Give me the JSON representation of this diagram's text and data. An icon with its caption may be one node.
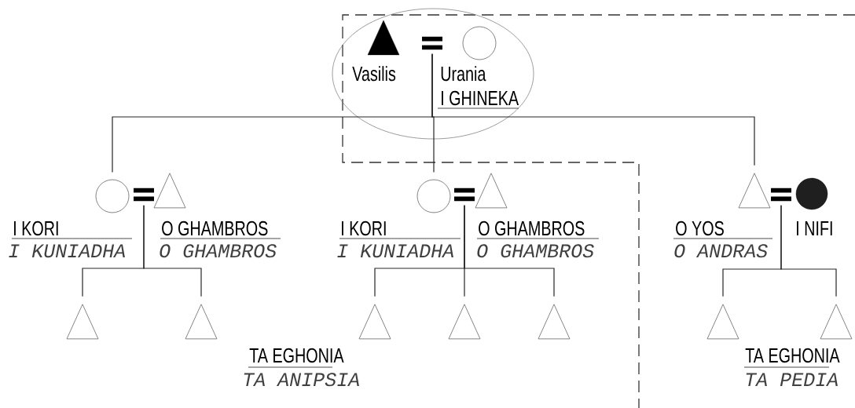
{
  "diagram": {
    "nodes": [
      {
        "text": [],
        "shape": "ellipse"
      },
      {
        "text": [
          "Vasilis"
        ],
        "in": 0
      },
      {
        "text": [],
        "shape": "equals",
        "in": 0
      },
      {
        "text": [
          "Urania",
          "I GHINEKA"
        ],
        "in": 0
      },
      {
        "text": [
          "I KORI",
          "I KUNIADHA"
        ]
      },
      {
        "text": [],
        "shape": "equals"
      },
      {
        "text": [
          "O GHAMBROS",
          "O GHAMBROS"
        ]
      },
      {
        "text": [
          "I KORI",
          "I KUNIADHA"
        ]
      },
      {
        "text": [],
        "shape": "equals"
      },
      {
        "text": [
          "O GHAMBROS",
          "O GHAMBROS"
        ]
      },
      {
        "text": [
          "O YOS",
          "O ANDRAS"
        ]
      },
      {
        "text": [],
        "shape": "equals"
      },
      {
        "text": [
          "I NIFI"
        ]
      },
      {
        "text": [],
        "shape": "triangle"
      },
      {
        "text": [],
        "shape": "triangle"
      },
      {
        "text": [],
        "shape": "triangle"
      },
      {
        "text": [],
        "shape": "triangle"
      },
      {
        "text": [],
        "shape": "triangle"
      },
      {
        "text": [],
        "shape": "triangle"
      },
      {
        "text": [],
        "shape": "triangle"
      }
    ],
    "edges": [
      {
        "from": 2,
        "to": 4,
        "arrow": "none"
      },
      {
        "from": 2,
        "to": 7,
        "arrow": "none"
      },
      {
        "from": 2,
        "to": 10,
        "arrow": "none"
      },
      {
        "from": 5,
        "to": 13,
        "arrow": "none"
      },
      {
        "from": 5,
        "to": 14,
        "arrow": "none"
      },
      {
        "from": 8,
        "to": 15,
        "arrow": "none"
      },
      {
        "from": 8,
        "to": 16,
        "arrow": "none"
      },
      {
        "from": 8,
        "to": 17,
        "arrow": "none"
      },
      {
        "from": 11,
        "to": 18,
        "arrow": "none"
      },
      {
        "from": 11,
        "to": 19,
        "arrow": "none"
      }
    ],
    "labels": [
      "TA EGHONIA",
      "TA ANIPSIA",
      "TA EGHONIA",
      "TA PEDIA"
    ]
  }
}
